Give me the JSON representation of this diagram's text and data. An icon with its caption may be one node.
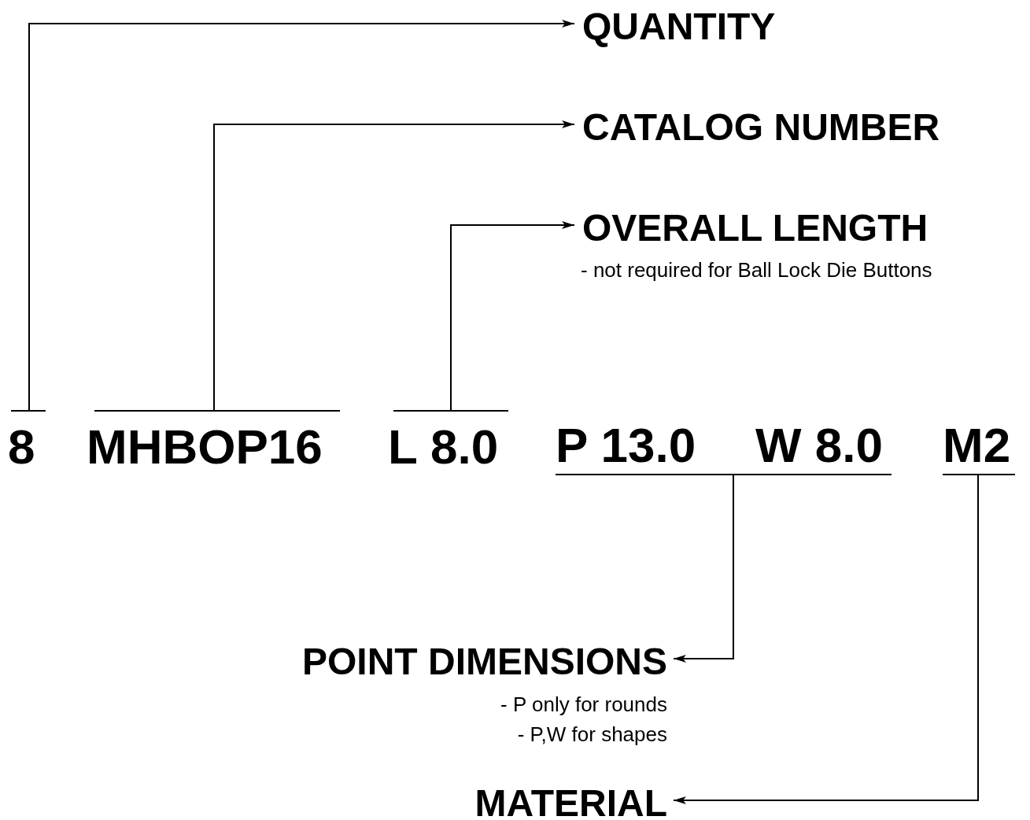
{
  "diagram": {
    "nodes": [
      {
        "text": [
          "QUANTITY"
        ]
      },
      {
        "text": [
          "CATALOG NUMBER"
        ]
      },
      {
        "text": [
          "OVERALL LENGTH"
        ],
        "beside": [
          "- not required for Ball Lock Die Buttons"
        ]
      },
      {
        "text": [
          "8"
        ]
      },
      {
        "text": [
          "MHBOP16"
        ]
      },
      {
        "text": [
          "L 8.0"
        ]
      },
      {
        "text": [
          "P 13.0"
        ]
      },
      {
        "text": [
          "W 8.0"
        ]
      },
      {
        "text": [
          "M2"
        ]
      },
      {
        "text": [
          "POINT DIMENSIONS"
        ],
        "beside": [
          "- P only for rounds",
          "- P,W for shapes"
        ]
      },
      {
        "text": [
          "MATERIAL"
        ]
      }
    ],
    "edges": [
      {
        "from": 3,
        "to": 0,
        "arrow": "to"
      },
      {
        "from": 4,
        "to": 1,
        "arrow": "to"
      },
      {
        "from": 5,
        "to": 2,
        "arrow": "to"
      },
      {
        "from": 6,
        "to": 9,
        "arrow": "to"
      },
      {
        "from": 7,
        "to": 9,
        "arrow": "to"
      },
      {
        "from": 8,
        "to": 10,
        "arrow": "to"
      }
    ]
  }
}
